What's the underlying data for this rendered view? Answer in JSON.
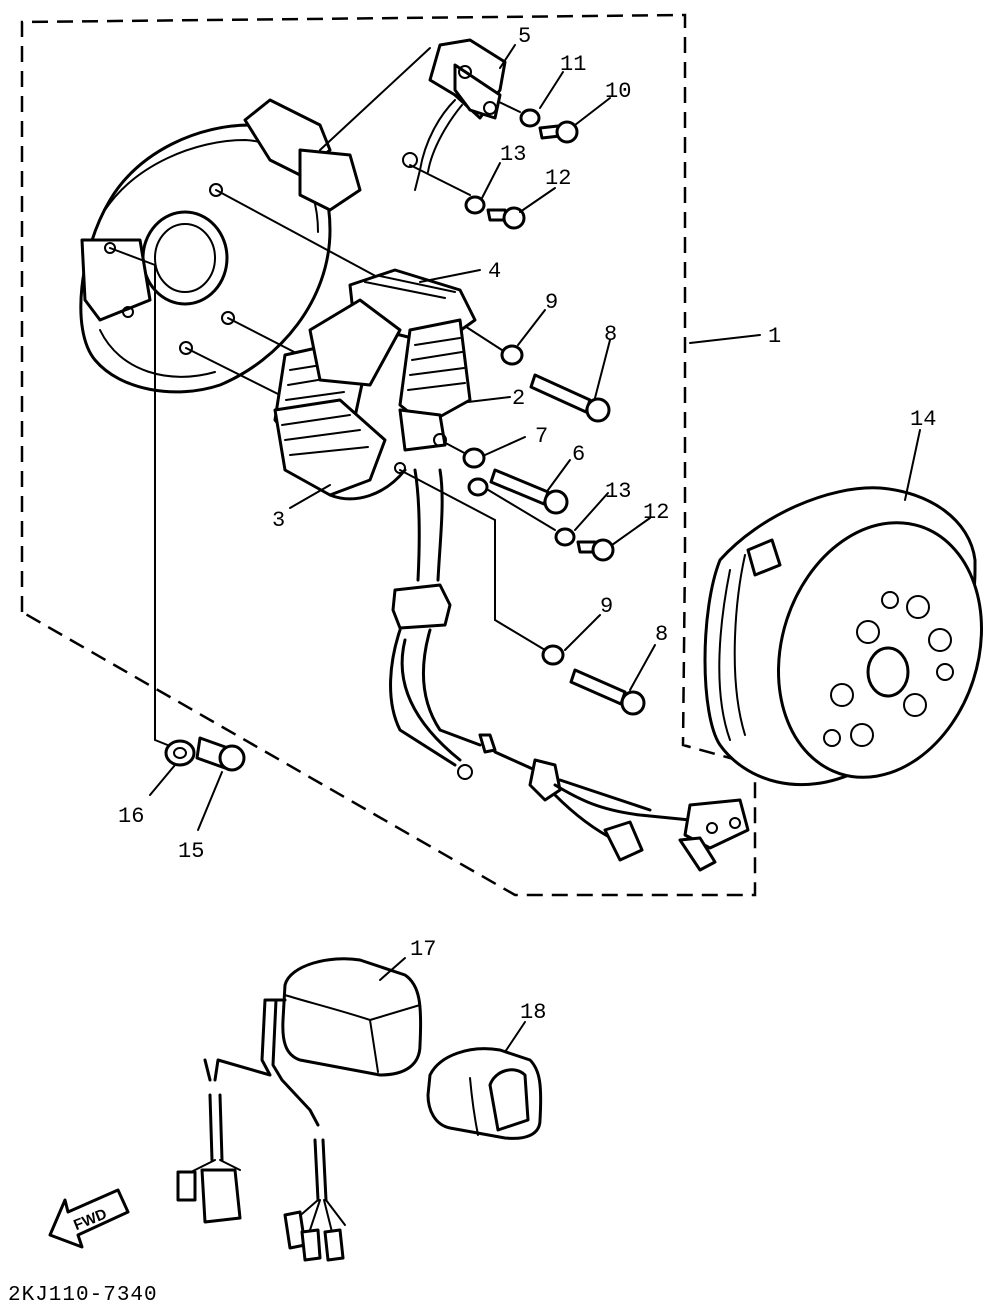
{
  "callouts": {
    "c1": "1",
    "c2": "2",
    "c3": "3",
    "c4": "4",
    "c5": "5",
    "c6": "6",
    "c7": "7",
    "c8a": "8",
    "c8b": "8",
    "c9a": "9",
    "c9b": "9",
    "c10": "10",
    "c11": "11",
    "c12a": "12",
    "c12b": "12",
    "c13a": "13",
    "c13b": "13",
    "c14": "14",
    "c15": "15",
    "c16": "16",
    "c17": "17",
    "c18": "18"
  },
  "direction_arrow": {
    "label": "FWD"
  },
  "drawing_code": "2KJ110-7340"
}
